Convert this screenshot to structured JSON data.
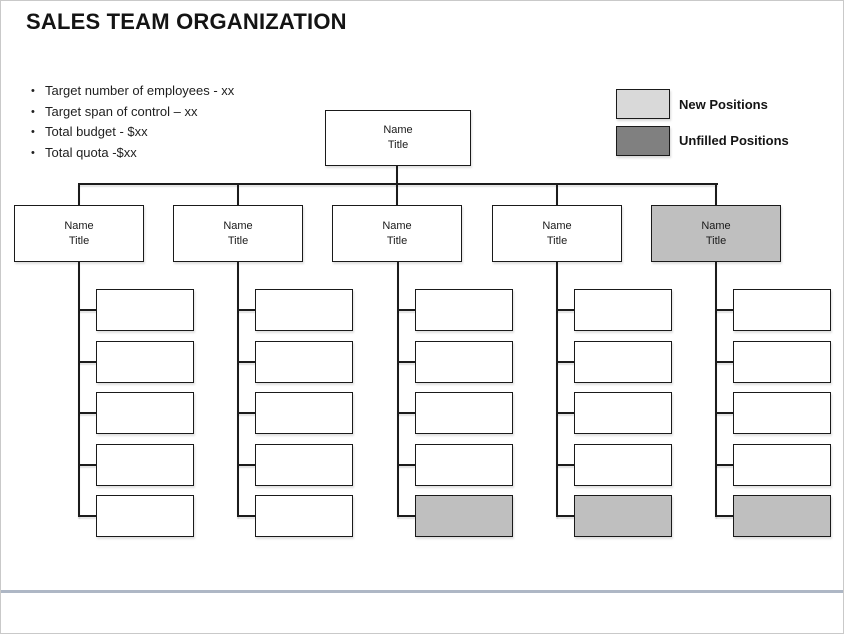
{
  "slide": {
    "title": "SALES TEAM ORGANIZATION"
  },
  "bullets": [
    "Target number of employees - xx",
    "Target span of control – xx",
    "Total budget - $xx",
    "Total quota -$xx"
  ],
  "legend": {
    "items": [
      {
        "label": "New Positions",
        "color": "#d9d9d9"
      },
      {
        "label": "Unfilled Positions",
        "color": "#808080"
      }
    ]
  },
  "org_chart": {
    "root": {
      "name": "Name",
      "title": "Title",
      "fill": "white"
    },
    "managers": [
      {
        "name": "Name",
        "title": "Title",
        "fill": "white",
        "children": [
          {
            "fill": "white"
          },
          {
            "fill": "white"
          },
          {
            "fill": "white"
          },
          {
            "fill": "white"
          },
          {
            "fill": "white"
          }
        ]
      },
      {
        "name": "Name",
        "title": "Title",
        "fill": "white",
        "children": [
          {
            "fill": "white"
          },
          {
            "fill": "white"
          },
          {
            "fill": "white"
          },
          {
            "fill": "white"
          },
          {
            "fill": "white"
          }
        ]
      },
      {
        "name": "Name",
        "title": "Title",
        "fill": "white",
        "children": [
          {
            "fill": "white"
          },
          {
            "fill": "white"
          },
          {
            "fill": "white"
          },
          {
            "fill": "white"
          },
          {
            "fill": "gray"
          }
        ]
      },
      {
        "name": "Name",
        "title": "Title",
        "fill": "white",
        "children": [
          {
            "fill": "white"
          },
          {
            "fill": "white"
          },
          {
            "fill": "white"
          },
          {
            "fill": "white"
          },
          {
            "fill": "gray"
          }
        ]
      },
      {
        "name": "Name",
        "title": "Title",
        "fill": "gray",
        "children": [
          {
            "fill": "white"
          },
          {
            "fill": "white"
          },
          {
            "fill": "white"
          },
          {
            "fill": "white"
          },
          {
            "fill": "gray"
          }
        ]
      }
    ]
  },
  "colors": {
    "chart_gray": "#bfbfbf",
    "divider": "#aeb7c5",
    "box_border": "#1a1a1a"
  }
}
